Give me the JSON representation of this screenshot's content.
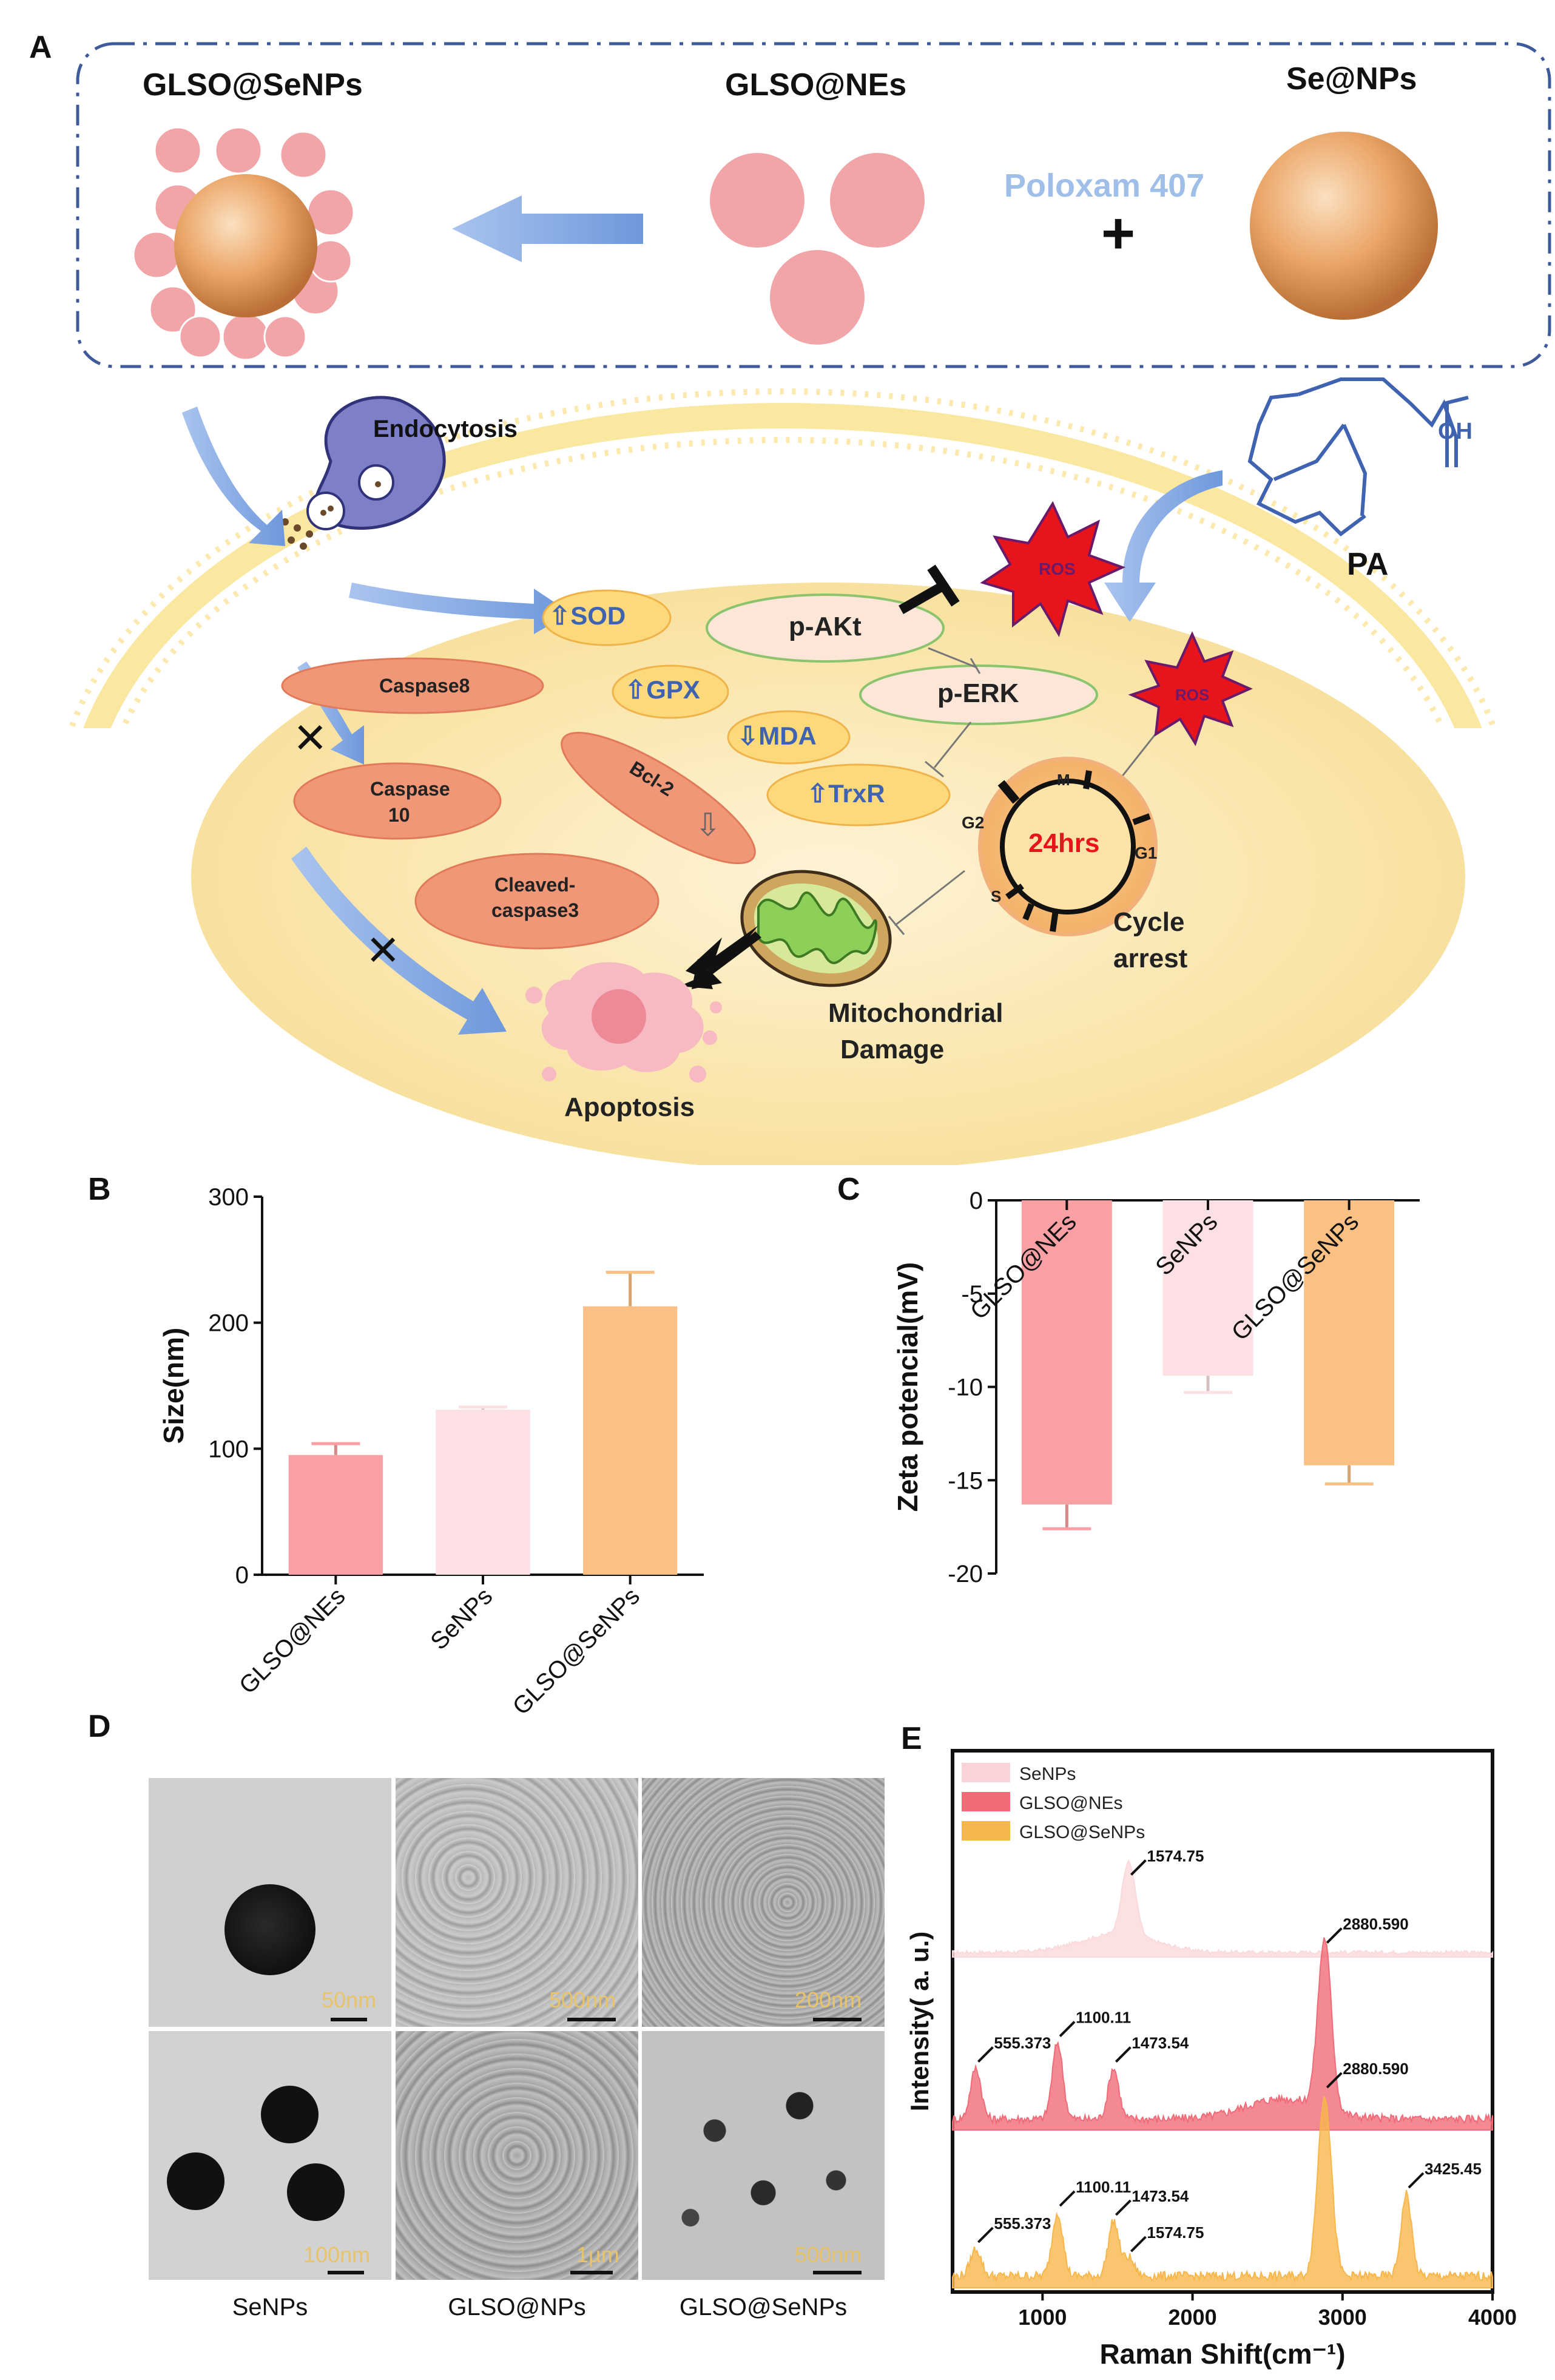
{
  "panels": {
    "A": "A",
    "B": "B",
    "C": "C",
    "D": "D",
    "E": "E"
  },
  "schematic": {
    "top_labels": {
      "glso_senps": "GLSO@SeNPs",
      "glso_nes": "GLSO@NEs",
      "se_nps": "Se@NPs",
      "poloxam": "Poloxam 407",
      "plus": "+"
    },
    "cell_labels": {
      "endocytosis": "Endocytosis",
      "pa": "PA",
      "oh": "OH",
      "sod": "SOD",
      "gpx": "GPX",
      "mda": "MDA",
      "trxr": "TrxR",
      "pakt": "p-AKt",
      "perk": "p-ERK",
      "ros1": "ROS",
      "ros2": "ROS",
      "caspase8": "Caspase8",
      "caspase10_a": "Caspase",
      "caspase10_b": "10",
      "bcl2": "Bcl-2",
      "cleaved_a": "Cleaved-",
      "cleaved_b": "caspase3",
      "hrs": "24hrs",
      "g1": "G1",
      "g2": "G2",
      "m": "M",
      "s": "S",
      "cycle_a": "Cycle",
      "cycle_b": "arrest",
      "mito_a": "Mitochondrial",
      "mito_b": "Damage",
      "apoptosis": "Apoptosis",
      "cross1": "×",
      "cross2": "×",
      "up": "⇧",
      "down": "⇩"
    }
  },
  "chart_data": [
    {
      "type": "bar",
      "panel": "B",
      "categories": [
        "GLSO@NEs",
        "SeNPs",
        "GLSO@SeNPs"
      ],
      "values": [
        95,
        131,
        213
      ],
      "errors": [
        9,
        2,
        27
      ],
      "colors": [
        "#f9a0a4",
        "#fde0e3",
        "#fbc184"
      ],
      "ylabel": "Size(nm)",
      "ylim": [
        0,
        300
      ],
      "yticks": [
        0,
        100,
        200,
        300
      ],
      "title": "",
      "xlabel": ""
    },
    {
      "type": "bar",
      "panel": "C",
      "categories": [
        "GLSO@NEs",
        "SeNPs",
        "GLSO@SeNPs"
      ],
      "values": [
        -16.3,
        -9.4,
        -14.2
      ],
      "errors": [
        1.3,
        0.9,
        1.0
      ],
      "colors": [
        "#f9a0a4",
        "#fde0e3",
        "#fbc184"
      ],
      "ylabel": "Zeta potencial(mV)",
      "ylim": [
        -20,
        0
      ],
      "yticks": [
        0,
        -5,
        -10,
        -15,
        -20
      ],
      "title": "",
      "xlabel": ""
    },
    {
      "type": "line",
      "panel": "E",
      "xlabel": "Raman Shift(cm⁻¹)",
      "ylabel": "Intensity( a. u.)",
      "xlim": [
        400,
        4000
      ],
      "xticks": [
        1000,
        2000,
        3000,
        4000
      ],
      "legend": [
        "SeNPs",
        "GLSO@NEs",
        "GLSO@SeNPs"
      ],
      "legend_colors": [
        "#f9d3d6",
        "#ef6b78",
        "#f7b64b"
      ],
      "series": [
        {
          "name": "SeNPs",
          "color": "#fbd9dc",
          "peaks": [
            [
              1574.75,
              1.0
            ]
          ],
          "annotations": [
            "1574.75"
          ]
        },
        {
          "name": "GLSO@NEs",
          "color": "#ef6b78",
          "peaks": [
            [
              555.373,
              0.3
            ],
            [
              1100.11,
              0.45
            ],
            [
              1473.54,
              0.3
            ],
            [
              2880.59,
              1.0
            ]
          ],
          "annotations": [
            "555.373",
            "1100.11",
            "1473.54",
            "2880.590"
          ]
        },
        {
          "name": "GLSO@SeNPs",
          "color": "#f7b64b",
          "peaks": [
            [
              555.373,
              0.15
            ],
            [
              1100.11,
              0.35
            ],
            [
              1473.54,
              0.3
            ],
            [
              1574.75,
              0.1
            ],
            [
              2880.59,
              1.0
            ],
            [
              3425.45,
              0.45
            ]
          ],
          "annotations": [
            "555.373",
            "1100.11",
            "1473.54",
            "1574.75",
            "2880.590",
            "3425.45"
          ]
        }
      ]
    }
  ],
  "tem": {
    "scales": [
      "50nm",
      "500nm",
      "200nm",
      "100nm",
      "1µm",
      "500nm"
    ],
    "captions": [
      "SeNPs",
      "GLSO@NPs",
      "GLSO@SeNPs"
    ]
  }
}
